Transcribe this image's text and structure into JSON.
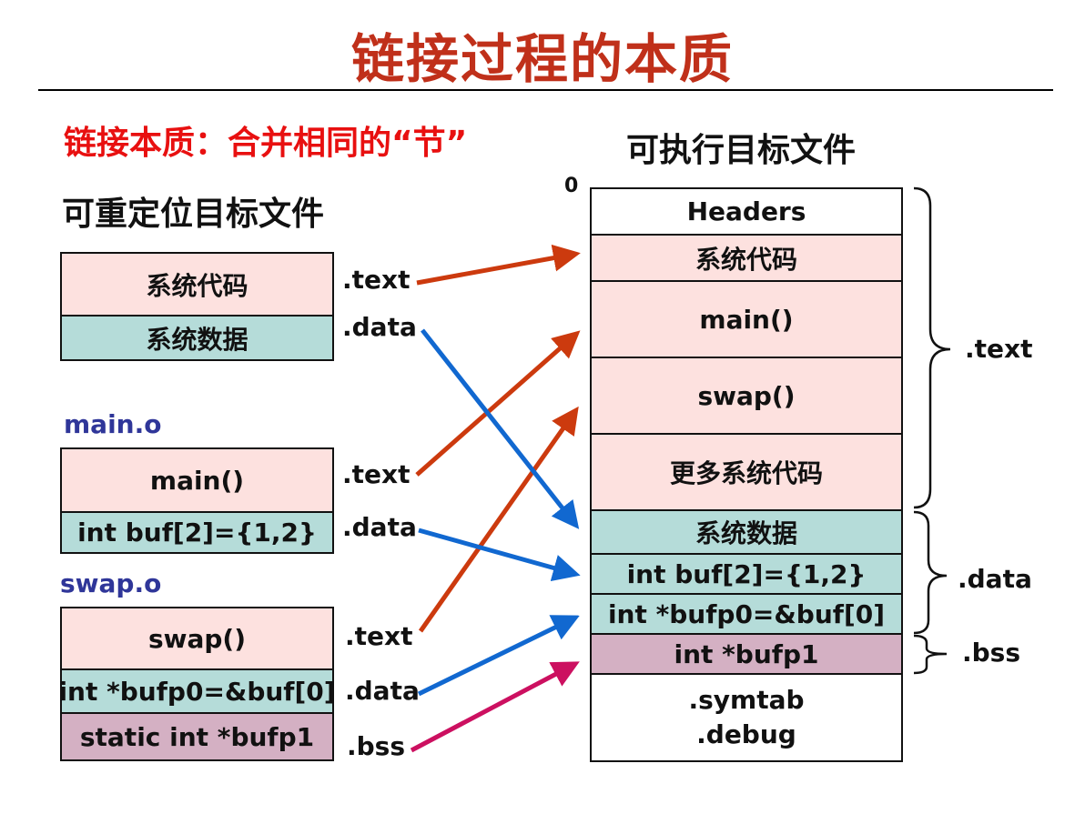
{
  "title": "链接过程的本质",
  "subtitle": "链接本质：合并相同的“节”",
  "left_heading": "可重定位目标文件",
  "right_heading": "可执行目标文件",
  "offset_zero": "0",
  "modules": [
    {
      "label": "",
      "sections": [
        {
          "name": ".text",
          "content": "系统代码"
        },
        {
          "name": ".data",
          "content": "系统数据"
        }
      ]
    },
    {
      "label": "main.o",
      "sections": [
        {
          "name": ".text",
          "content": "main()"
        },
        {
          "name": ".data",
          "content": "int  buf[2]={1,2}"
        }
      ]
    },
    {
      "label": "swap.o",
      "sections": [
        {
          "name": ".text",
          "content": "swap()"
        },
        {
          "name": ".data",
          "content": "int *bufp0=&buf[0]"
        },
        {
          "name": ".bss",
          "content": "static int *bufp1"
        }
      ]
    }
  ],
  "executable": {
    "rows": [
      "Headers",
      "系统代码",
      "main()",
      "swap()",
      "更多系统代码",
      "系统数据",
      "int buf[2]={1,2}",
      "int  *bufp0=&buf[0]",
      "int *bufp1"
    ],
    "trailer": [
      ".symtab",
      ".debug"
    ],
    "section_labels": {
      "text": ".text",
      "data": ".data",
      "bss": ".bss"
    }
  },
  "colors": {
    "title": "#c0301a",
    "subtitle": "#e81010",
    "module_label": "#2f3699",
    "code_fill": "#fde1df",
    "data_fill": "#b5dcd9",
    "bss_fill": "#d4b0c3",
    "text_arrow": "#cc3a0e",
    "data_arrow": "#1168d0",
    "bss_arrow": "#cc1060"
  }
}
